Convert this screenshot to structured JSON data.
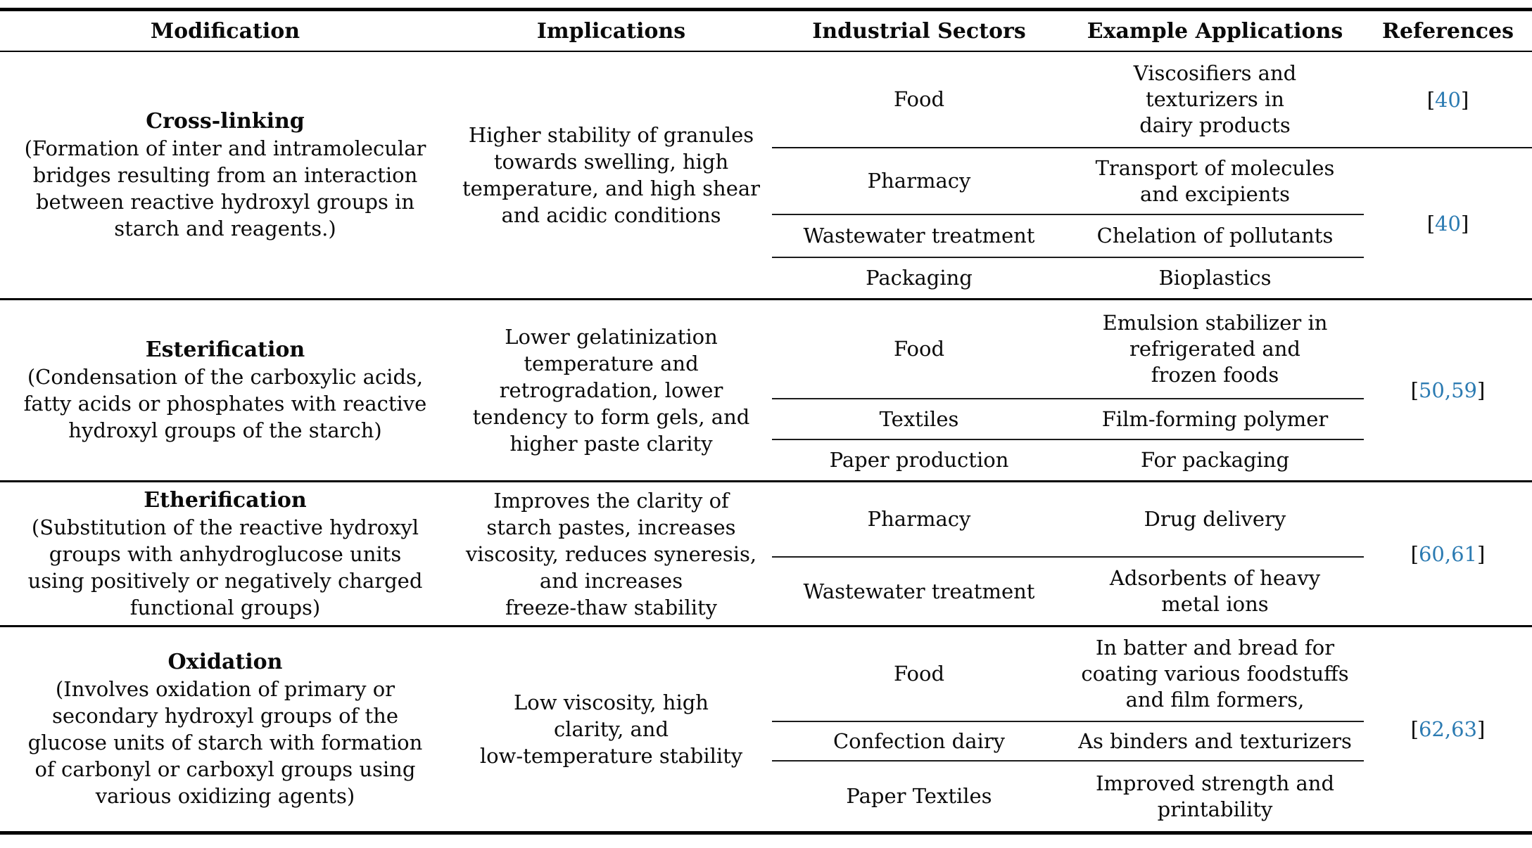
{
  "page": {
    "background_color": "#ffffff",
    "reference_link_color": "#2c7bb2"
  },
  "table": {
    "headers": [
      "Modification",
      "Implications",
      "Industrial Sectors",
      "Example Applications",
      "References"
    ],
    "sections": [
      {
        "modification": {
          "title": "Cross-linking",
          "desc": "(Formation of inter and intramolecular\nbridges resulting from an interaction\nbetween reactive hydroxyl groups in\nstarch and reagents.)"
        },
        "implications": "Higher stability of granules\ntowards swelling, high\ntemperature, and high shear\nand acidic conditions",
        "bands": [
          {
            "rows": [
              {
                "sector": "Food",
                "application": "Viscosifiers and\ntexturizers in\ndairy products"
              }
            ],
            "reference": {
              "open": "[",
              "numbers": "40",
              "close": "]"
            }
          },
          {
            "rows": [
              {
                "sector": "Pharmacy",
                "application": "Transport of molecules\nand excipients"
              },
              {
                "sector": "Wastewater treatment",
                "application": "Chelation of pollutants"
              },
              {
                "sector": "Packaging",
                "application": "Bioplastics"
              }
            ],
            "reference": {
              "open": "[",
              "numbers": "40",
              "close": "]"
            }
          }
        ]
      },
      {
        "modification": {
          "title": "Esterification",
          "desc": "(Condensation of the carboxylic acids,\nfatty acids or phosphates with reactive\nhydroxyl groups of the starch)"
        },
        "implications": "Lower gelatinization\ntemperature and\nretrogradation, lower\ntendency to form gels, and\nhigher paste clarity",
        "bands": [
          {
            "rows": [
              {
                "sector": "Food",
                "application": "Emulsion stabilizer in\nrefrigerated and\nfrozen foods"
              },
              {
                "sector": "Textiles",
                "application": "Film-forming polymer"
              },
              {
                "sector": "Paper production",
                "application": "For packaging"
              }
            ],
            "reference": {
              "open": "[",
              "numbers": "50,59",
              "close": "]"
            }
          }
        ]
      },
      {
        "modification": {
          "title": "Etherification",
          "desc": "(Substitution of the reactive hydroxyl\ngroups with anhydroglucose units\nusing positively or negatively charged\nfunctional groups)"
        },
        "implications": "Improves the clarity of\nstarch pastes, increases\nviscosity, reduces syneresis,\nand increases\nfreeze-thaw stability",
        "bands": [
          {
            "rows": [
              {
                "sector": "Pharmacy",
                "application": "Drug delivery"
              },
              {
                "sector": "Wastewater treatment",
                "application": "Adsorbents of heavy\nmetal ions"
              }
            ],
            "reference": {
              "open": "[",
              "numbers": "60,61",
              "close": "]"
            }
          }
        ]
      },
      {
        "modification": {
          "title": "Oxidation",
          "desc": "(Involves oxidation of primary or\nsecondary hydroxyl groups of the\nglucose units of starch with formation\nof carbonyl or carboxyl groups using\nvarious oxidizing agents)"
        },
        "implications": "Low viscosity, high\nclarity, and\nlow-temperature stability",
        "bands": [
          {
            "rows": [
              {
                "sector": "Food",
                "application": "In batter and bread for\ncoating various foodstuffs\nand film formers,"
              },
              {
                "sector": "Confection dairy",
                "application": "As binders and texturizers"
              },
              {
                "sector": "Paper Textiles",
                "application": "Improved strength and\nprintability"
              }
            ],
            "reference": {
              "open": "[",
              "numbers": "62,63",
              "close": "]"
            }
          }
        ]
      }
    ]
  }
}
